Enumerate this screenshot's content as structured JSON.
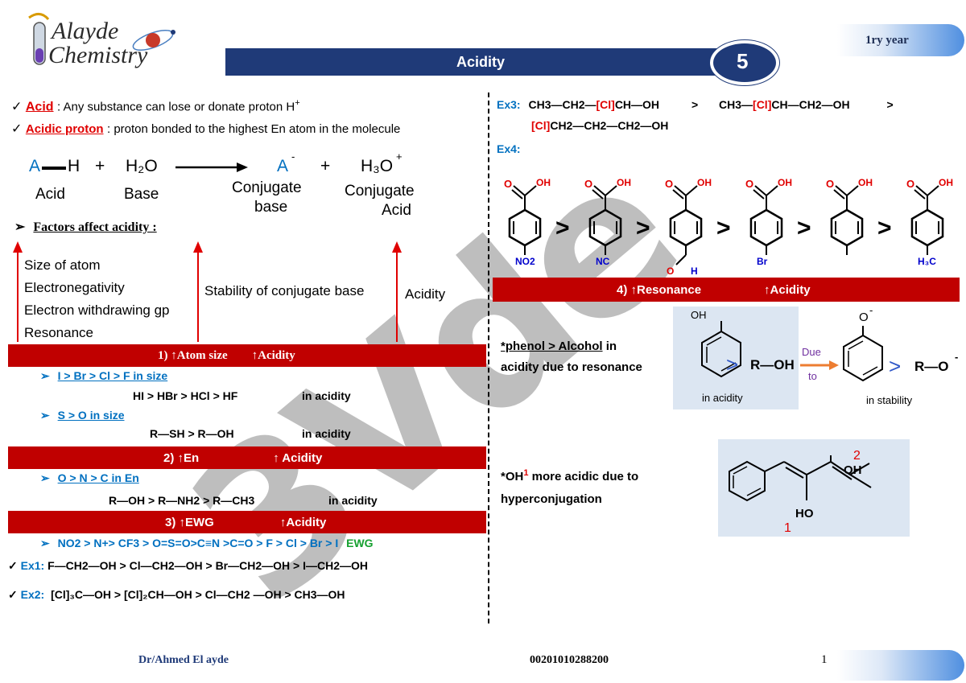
{
  "header": {
    "logo_line1": "Alayde",
    "logo_line2": "Chemistry",
    "title": "Acidity",
    "lesson_number": "5",
    "year_label": "1ry year"
  },
  "watermark": "3Vde",
  "definitions": {
    "acid_term": "Acid",
    "acid_def": ": Any substance can lose or donate proton H",
    "acid_sup": "+",
    "proton_term": "Acidic proton",
    "proton_def": ": proton bonded to the highest  En atom in the molecule"
  },
  "equation": {
    "a": "A",
    "h": "H",
    "plus1": "+",
    "water": "H₂O",
    "cb": "A",
    "cb_sup": "-",
    "plus2": "+",
    "ca": "H₃O",
    "ca_sup": "+",
    "label_acid": "Acid",
    "label_base": "Base",
    "label_cb1": "Conjugate",
    "label_cb2": "base",
    "label_ca1": "Conjugate",
    "label_ca2": "Acid"
  },
  "factors": {
    "heading": "Factors affect acidity :",
    "items": [
      "Size of atom",
      "Electronegativity",
      "Electron withdrawing gp",
      "Resonance"
    ],
    "stability": "Stability of conjugate base",
    "acidity": "Acidity"
  },
  "sections": {
    "s1": {
      "title": "1) ↑Atom size",
      "right": "↑Acidity"
    },
    "s2": {
      "title": "2) ↑En",
      "right": "↑ Acidity"
    },
    "s3": {
      "title": "3) ↑EWG",
      "right": "↑Acidity"
    },
    "s4": {
      "title": "4) ↑Resonance",
      "right": "↑Acidity"
    }
  },
  "atom_size": {
    "rule1": "I > Br > Cl > F in size",
    "order1": "HI > HBr > HCl > HF",
    "note1": "in acidity",
    "rule2": "S > O in size",
    "order2": "R—SH  > R—OH",
    "note2": "in acidity"
  },
  "en": {
    "rule": "O > N > C  in En",
    "order": "R—OH > R—NH2 > R—CH3",
    "note": "in acidity"
  },
  "ewg": {
    "order": "NO2 > N+> CF3  > O=S=O>C≡N >C=O > F > Cl > Br > I",
    "tag": "EWG",
    "ex1_label": "Ex1:",
    "ex1": "F—CH2—OH  > Cl—CH2—OH  > Br—CH2—OH  > I—CH2—OH",
    "ex2_label": "Ex2:",
    "ex2": "[Cl]₃C—OH  > [Cl]₂CH—OH   >  Cl—CH2 —OH    >   CH3—OH"
  },
  "ex3": {
    "label": "Ex3:",
    "part1a": "CH3—CH2—",
    "part1b": "[Cl]",
    "part1c": "CH—OH",
    "gt1": ">",
    "part2a": "CH3—",
    "part2b": "[Cl]",
    "part2c": "CH—CH2—OH",
    "gt2": ">",
    "part3a": "[Cl]",
    "part3b": "CH2—CH2—CH2—OH"
  },
  "ex4": {
    "label": "Ex4:",
    "substituents": [
      "NO2",
      "NC",
      "",
      "Br",
      "",
      "H₃C"
    ],
    "o_label": "O",
    "oh_label": "OH",
    "ch_o_label": "O",
    "ch_h_label": "H",
    "gt": ">"
  },
  "resonance": {
    "text1": "*phenol > Alcohol",
    "text2": " in",
    "text3": "acidity due to resonance",
    "phenol_oh": "OH",
    "gt": ">",
    "roh": "R—OH",
    "due": "Due",
    "to": "to",
    "phenoxide_o": "O",
    "phenoxide_sup": "-",
    "ro": "R—O",
    "ro_sup": "-",
    "in_acidity": "in acidity",
    "in_stability": "in stability"
  },
  "hyper": {
    "text1": "*OH",
    "sup": "1",
    "text2": " more acidic due to",
    "text3": "hyperconjugation",
    "oh_top": "OH",
    "num2": "2",
    "ho_bottom": "HO",
    "num1": "1"
  },
  "footer": {
    "author": "Dr/Ahmed El ayde",
    "phone": "00201010288200",
    "page": "1"
  },
  "colors": {
    "band": "#c00000",
    "title_bar": "#1f3a78",
    "blue": "#0070c0",
    "red": "#e00000",
    "green": "#16a030",
    "highlight_box": "#dce6f2"
  }
}
